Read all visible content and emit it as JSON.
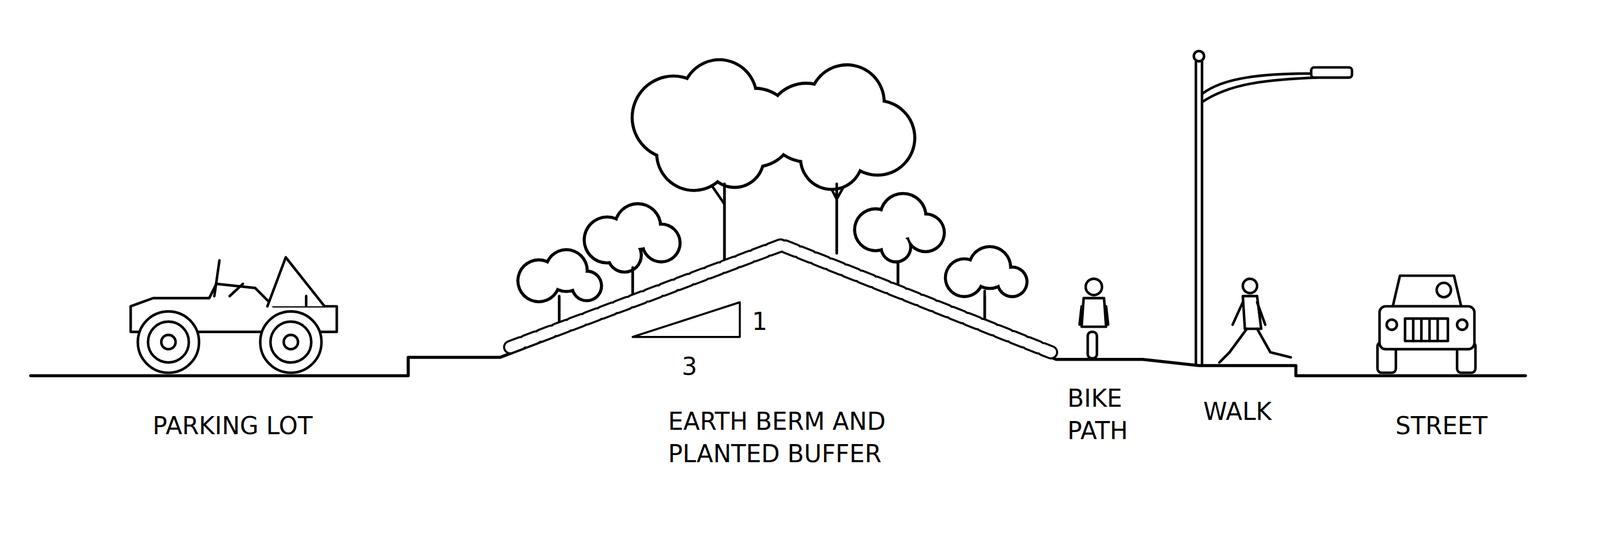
{
  "diagram": {
    "labels": [
      "1",
      "3",
      "PARKING LOT",
      "EARTH BERM AND PLANTED BUFFER",
      "BIKE PATH",
      "WALK",
      "STREET"
    ]
  }
}
